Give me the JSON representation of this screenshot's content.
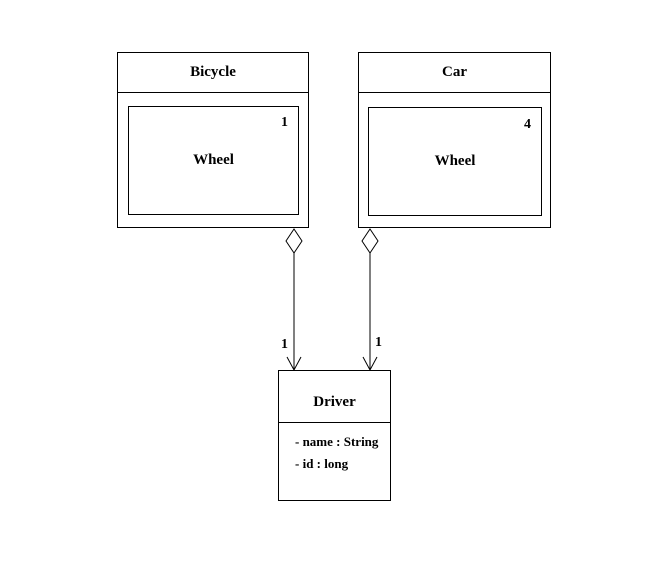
{
  "bicycle": {
    "title": "Bicycle",
    "part": "Wheel",
    "part_multiplicity": "1"
  },
  "car": {
    "title": "Car",
    "part": "Wheel",
    "part_multiplicity": "4"
  },
  "driver": {
    "title": "Driver",
    "attributes": [
      "- name : String",
      "- id : long"
    ]
  },
  "associations": {
    "bicycle_driver_multiplicity": "1",
    "car_driver_multiplicity": "1"
  }
}
